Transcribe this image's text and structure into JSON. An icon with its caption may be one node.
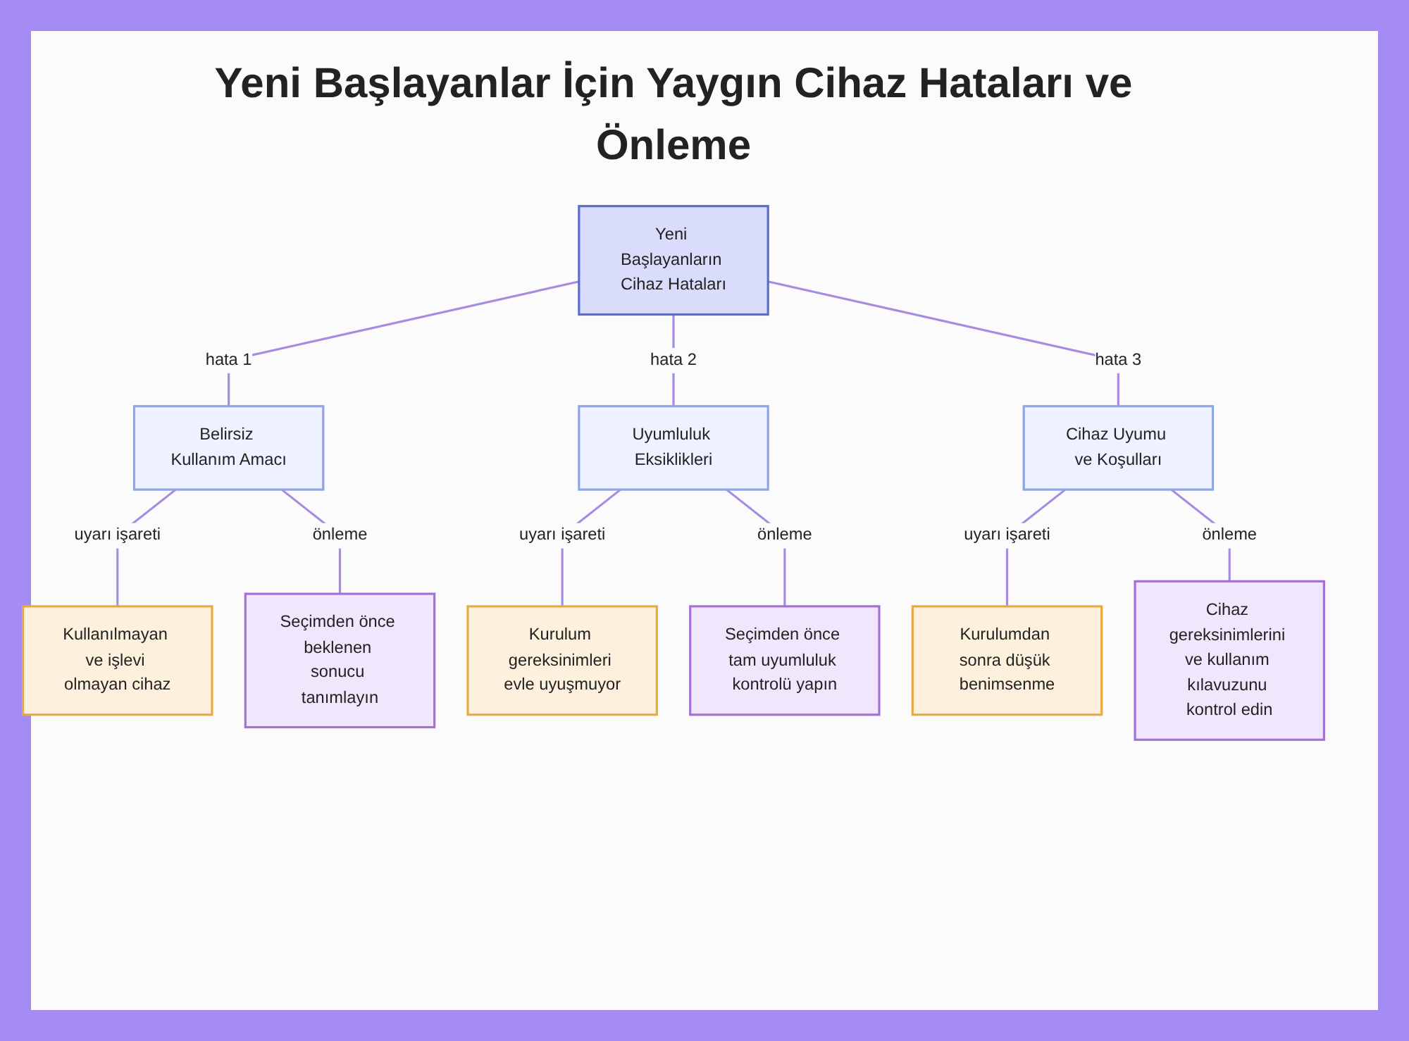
{
  "diagram": {
    "title": "Yeni Başlayanlar İçin Yaygın Cihaz Hataları ve Önleme",
    "nodes": [
      {
        "text": [
          "Yeni Başlayanların Cihaz Hataları"
        ]
      },
      {
        "text": [
          "Belirsiz Kullanım Amacı"
        ]
      },
      {
        "text": [
          "Uyumluluk Eksiklikleri"
        ]
      },
      {
        "text": [
          "Cihaz Uyumu ve Koşulları"
        ]
      },
      {
        "text": [
          "Kullanılmayan ve işlevi olmayan cihaz"
        ]
      },
      {
        "text": [
          "Seçimden önce beklenen sonucu tanımlayın"
        ]
      },
      {
        "text": [
          "Kurulum gereksinimleri evle uyuşmuyor"
        ]
      },
      {
        "text": [
          "Seçimden önce tam uyumluluk kontrolü yapın"
        ]
      },
      {
        "text": [
          "Kurulumdan sonra düşük benimsenme"
        ]
      },
      {
        "text": [
          "Cihaz gereksinimlerini ve kullanım kılavuzunu kontrol edin"
        ]
      }
    ],
    "edges": [
      {
        "from": 0,
        "to": 1,
        "arrow": "none",
        "label": "hata 1"
      },
      {
        "from": 0,
        "to": 2,
        "arrow": "none",
        "label": "hata 2"
      },
      {
        "from": 0,
        "to": 3,
        "arrow": "none",
        "label": "hata 3"
      },
      {
        "from": 1,
        "to": 4,
        "arrow": "none",
        "label": "uyarı işareti"
      },
      {
        "from": 1,
        "to": 5,
        "arrow": "none",
        "label": "önleme"
      },
      {
        "from": 2,
        "to": 6,
        "arrow": "none",
        "label": "uyarı işareti"
      },
      {
        "from": 2,
        "to": 7,
        "arrow": "none",
        "label": "önleme"
      },
      {
        "from": 3,
        "to": 8,
        "arrow": "none",
        "label": "uyarı işareti"
      },
      {
        "from": 3,
        "to": 9,
        "arrow": "none",
        "label": "önleme"
      }
    ]
  }
}
